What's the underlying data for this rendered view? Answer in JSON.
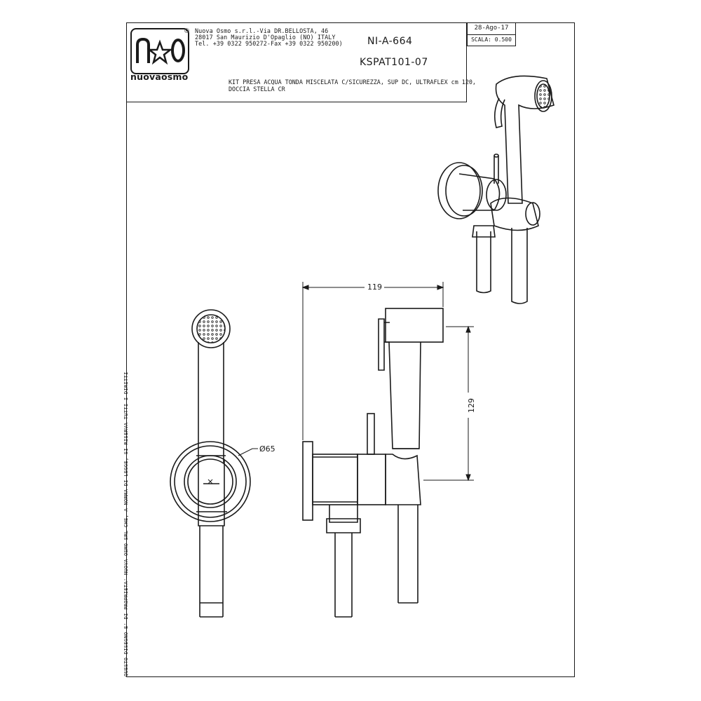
{
  "company": {
    "logo_text": "nuovaosmo",
    "logo_mark": "n☆o",
    "registered": "®",
    "address_lines": [
      "Nuova Osmo s.r.l.-Via DR.BELLOSTA, 46",
      "28017 San Maurizio D'Opaglio (NO) ITALY",
      "Tel. +39 0322 950272-Fax +39 0322 950200)"
    ]
  },
  "drawing": {
    "code": "NI-A-664",
    "article": "KSPAT101-07",
    "description_lines": [
      "KIT PRESA ACQUA TONDA MISCELATA C/SICUREZZA, SUP DC, ULTRAFLEX cm 120,",
      "DOCCIA STELLA CR"
    ],
    "date": "28-Ago-17",
    "scale": "SCALA: 0.500"
  },
  "dimensions": {
    "width_label": "119",
    "height_label": "129",
    "diameter_label": "Ø65"
  },
  "side_note": "QUESTO DISEGNO E' DI PROPRIETA' NUOVA OSMO SRL CHE, A NORMA DI LEGGE, SI RISERVA TUTTI I DIRITTI"
}
